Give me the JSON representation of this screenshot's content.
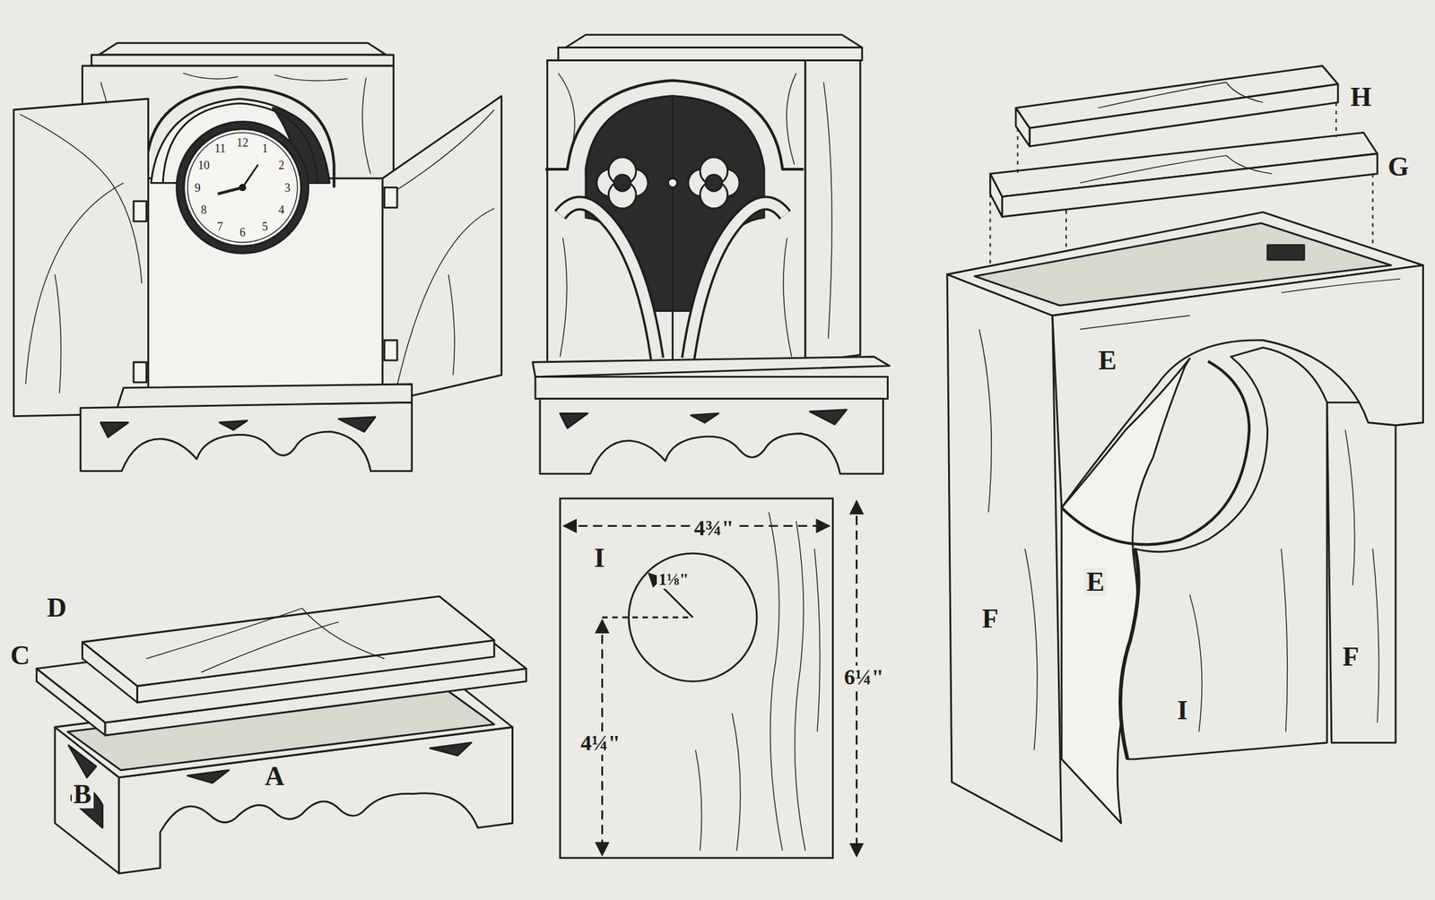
{
  "diagram": {
    "labels": [
      "12",
      "1",
      "2",
      "3",
      "4",
      "5",
      "6",
      "7",
      "8",
      "9",
      "10",
      "11",
      "H",
      "G",
      "E",
      "E",
      "F",
      "F",
      "I",
      "D",
      "C",
      "B",
      "A",
      "I",
      "4¾\"",
      "1⅛\"",
      "6¼\"",
      "4¼\""
    ]
  }
}
